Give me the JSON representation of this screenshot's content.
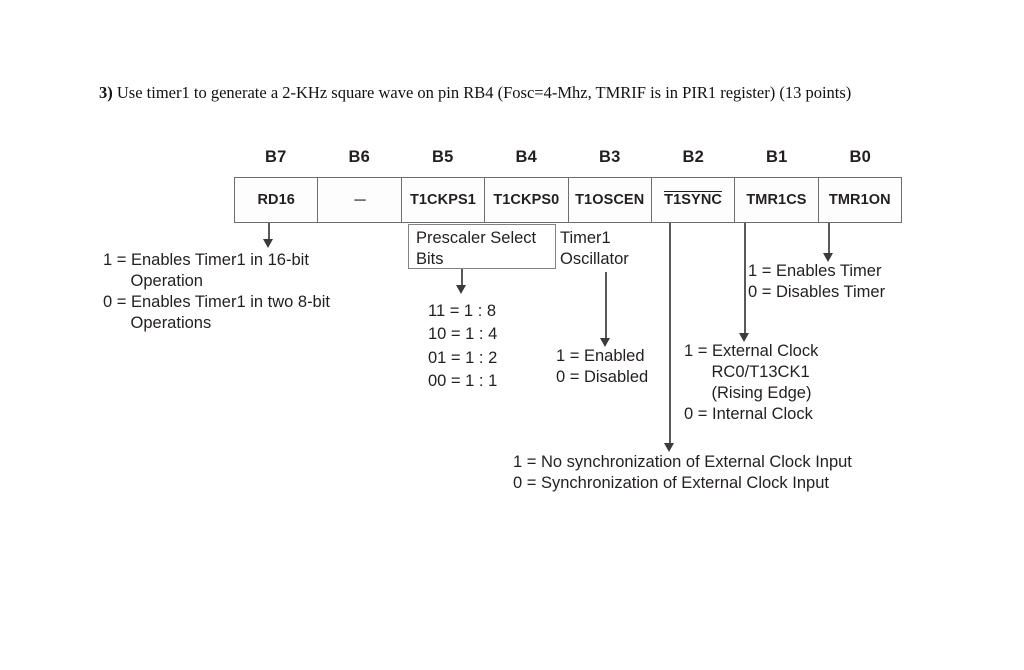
{
  "question": {
    "number": "3)",
    "text": "Use timer1 to generate a 2-KHz square wave on pin RB4 (Fosc=4-Mhz, TMRIF is in PIR1 register) (13 points)"
  },
  "register_diagram": {
    "bit_labels": [
      "B7",
      "B6",
      "B5",
      "B4",
      "B3",
      "B2",
      "B1",
      "B0"
    ],
    "cells": [
      {
        "name": "RD16",
        "overline": false
      },
      {
        "name": "---",
        "overline": false
      },
      {
        "name": "T1CKPS1",
        "overline": false
      },
      {
        "name": "T1CKPS0",
        "overline": false
      },
      {
        "name": "T1OSCEN",
        "overline": false
      },
      {
        "name": "T1SYNC",
        "overline": true
      },
      {
        "name": "TMR1CS",
        "overline": false
      },
      {
        "name": "TMR1ON",
        "overline": false
      }
    ],
    "annotations": {
      "rd16": "1 = Enables Timer1 in 16-bit\n      Operation\n0 = Enables Timer1 in two 8-bit\n      Operations",
      "prescaler_title": "Prescaler Select\nBits",
      "prescaler_values": "11 = 1 : 8\n10 = 1 : 4\n01 = 1 : 2\n00 = 1 : 1",
      "t1oscen_title": "Timer1\nOscillator",
      "t1oscen_values": "1 = Enabled\n0 = Disabled",
      "tmr1on": "1 = Enables Timer\n0 = Disables Timer",
      "tmr1cs": "1 = External Clock\n      RC0/T13CK1\n      (Rising Edge)\n0 = Internal Clock",
      "t1sync": "1 = No synchronization of External Clock Input\n0 = Synchronization of External Clock Input"
    }
  },
  "colors": {
    "text": "#231f20",
    "rule": "#6d6e71",
    "connector": "#58595b",
    "page_background": "#ffffff"
  }
}
